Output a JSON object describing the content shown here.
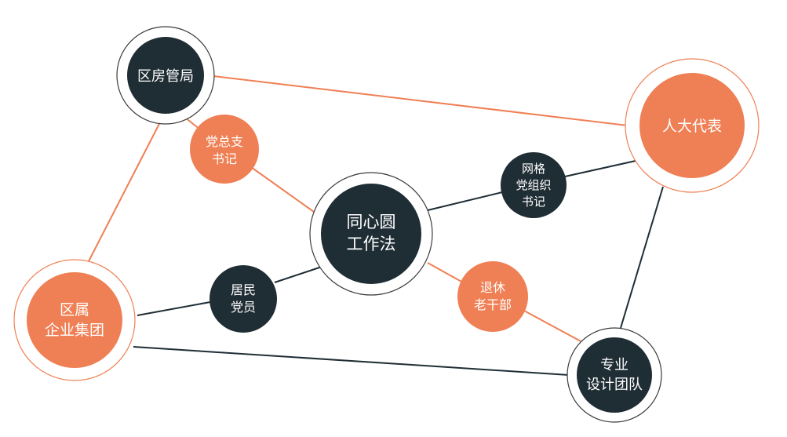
{
  "colors": {
    "dark": "#1f2d35",
    "orange": "#ef7f54",
    "ring": "#3a3a3a",
    "ring_orange": "#ef7f54",
    "text": "#ffffff"
  },
  "nodes": {
    "center": {
      "lines": [
        "同心圆",
        "工作法"
      ]
    },
    "housing_bureau": {
      "lines": [
        "区房管局"
      ]
    },
    "npc_deputy": {
      "lines": [
        "人大代表"
      ]
    },
    "district_enterprise": {
      "lines": [
        "区属",
        "企业集团"
      ]
    },
    "design_team": {
      "lines": [
        "专业",
        "设计团队"
      ]
    },
    "party_branch_secretary": {
      "lines": [
        "党总支",
        "书记"
      ]
    },
    "grid_party_secretary": {
      "lines": [
        "网格",
        "党组织",
        "书记"
      ]
    },
    "resident_party_member": {
      "lines": [
        "居民",
        "党员"
      ]
    },
    "retired_cadre": {
      "lines": [
        "退休",
        "老干部"
      ]
    }
  }
}
